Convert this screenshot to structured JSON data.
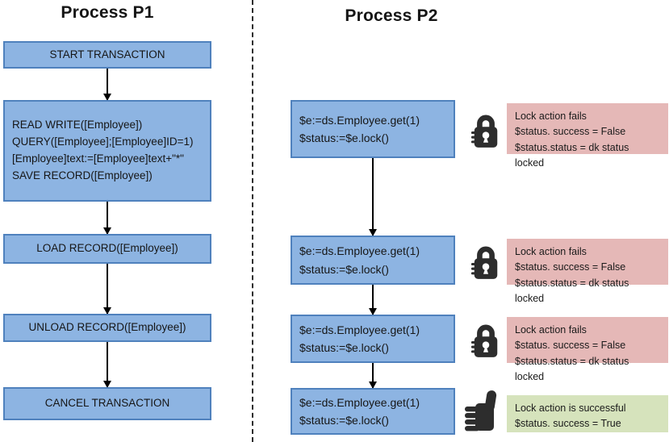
{
  "p1": {
    "title": "Process P1",
    "steps": [
      {
        "lines": [
          "START TRANSACTION"
        ]
      },
      {
        "lines": [
          "READ WRITE([Employee])",
          "QUERY([Employee];[Employee]ID=1)",
          "[Employee]text:=[Employee]text+\"*\"",
          "SAVE RECORD([Employee])"
        ]
      },
      {
        "lines": [
          "LOAD RECORD([Employee])"
        ]
      },
      {
        "lines": [
          "UNLOAD RECORD([Employee])"
        ]
      },
      {
        "lines": [
          "CANCEL TRANSACTION"
        ]
      }
    ]
  },
  "p2": {
    "title": "Process P2",
    "steps": [
      {
        "code": [
          "$e:=ds.Employee.get(1)",
          "$status:=$e.lock()"
        ],
        "icon": "lock-icon",
        "note": {
          "tone": "fail",
          "lines": [
            "Lock action fails",
            "$status. success = False",
            "$status.status = dk status locked"
          ]
        }
      },
      {
        "code": [
          "$e:=ds.Employee.get(1)",
          "$status:=$e.lock()"
        ],
        "icon": "lock-icon",
        "note": {
          "tone": "fail",
          "lines": [
            "Lock action fails",
            "$status. success = False",
            "$status.status = dk status locked"
          ]
        }
      },
      {
        "code": [
          "$e:=ds.Employee.get(1)",
          "$status:=$e.lock()"
        ],
        "icon": "lock-icon",
        "note": {
          "tone": "fail",
          "lines": [
            "Lock action fails",
            "$status. success = False",
            "$status.status = dk status locked"
          ]
        }
      },
      {
        "code": [
          "$e:=ds.Employee.get(1)",
          "$status:=$e.lock()"
        ],
        "icon": "thumbs-up-icon",
        "note": {
          "tone": "success",
          "lines": [
            "Lock action is successful",
            "$status. success = True"
          ]
        }
      }
    ]
  },
  "colors": {
    "node_fill": "#8db4e2",
    "node_border": "#4f81bd",
    "note_fail_bg": "#e5b8b7",
    "note_success_bg": "#d6e3bc",
    "icon_color": "#2d2d2d",
    "text_color": "#1a1a1a"
  }
}
